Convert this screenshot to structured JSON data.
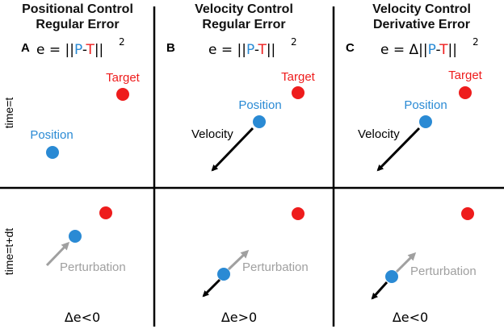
{
  "colors": {
    "position": "#2a8ad4",
    "target": "#ee1c1c",
    "perturbation": "#a0a0a0",
    "axis": "#000000"
  },
  "columns": [
    {
      "letter": "A",
      "title_line1": "Positional Control",
      "title_line2": "Regular Error",
      "eq_prefix": "e = ||",
      "eq_p": "P",
      "eq_dash": "-",
      "eq_t": "T",
      "eq_suffix": "||",
      "eq_power": "2",
      "delta_e": "Δe<0"
    },
    {
      "letter": "B",
      "title_line1": "Velocity Control",
      "title_line2": "Regular Error",
      "eq_prefix": "e = ||",
      "eq_p": "P",
      "eq_dash": "-",
      "eq_t": "T",
      "eq_suffix": "||",
      "eq_power": "2",
      "delta_e": "Δe>0"
    },
    {
      "letter": "C",
      "title_line1": "Velocity Control",
      "title_line2": "Derivative Error",
      "eq_prefix": "e = Δ||",
      "eq_p": "P",
      "eq_dash": "-",
      "eq_t": "T",
      "eq_suffix": "||",
      "eq_power": "2",
      "delta_e": "Δe<0"
    }
  ],
  "rows": {
    "top": "time=t",
    "bottom": "time=t+dt"
  },
  "labels": {
    "target": "Target",
    "position": "Position",
    "velocity": "Velocity",
    "perturbation": "Perturbation"
  }
}
